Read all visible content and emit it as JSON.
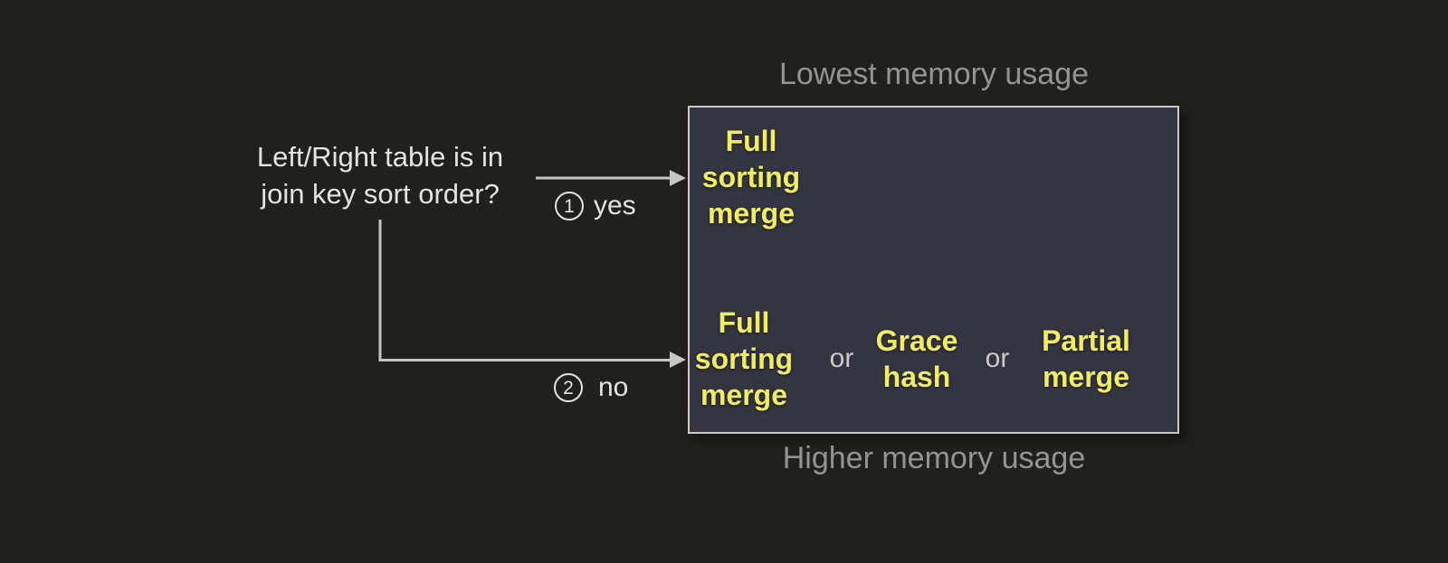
{
  "colors": {
    "background": "#21201b",
    "box_bg": "#333540",
    "box_border": "#cbcac7",
    "text_primary": "#e4e3e0",
    "text_muted": "#95948f",
    "accent_yellow": "#f2ec64",
    "arrow": "#c7c6c3",
    "or_text": "#cbcac7"
  },
  "question": {
    "line1": "Left/Right table is in",
    "line2": "join key sort order?"
  },
  "branches": {
    "yes": {
      "number": "1",
      "label": "yes"
    },
    "no": {
      "number": "2",
      "label": "no"
    }
  },
  "box": {
    "caption_top": "Lowest memory usage",
    "caption_bottom": "Higher memory usage",
    "rows": [
      {
        "items": [
          "Full sorting merge"
        ]
      },
      {
        "items": [
          "Full sorting merge",
          "Grace hash",
          "Partial merge"
        ],
        "separator": "or"
      }
    ]
  }
}
